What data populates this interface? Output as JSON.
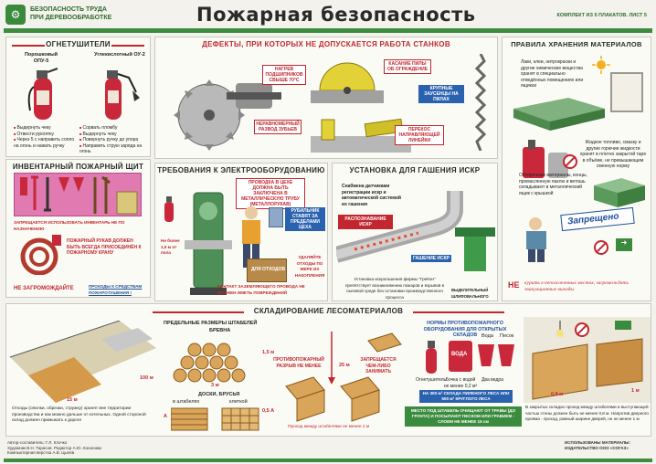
{
  "header": {
    "series_line1": "БЕЗОПАСНОСТЬ ТРУДА",
    "series_line2": "ПРИ ДЕРЕВООБРАБОТКЕ",
    "title": "Пожарная безопасность",
    "kit": "КОМПЛЕКТ ИЗ 5 ПЛАКАТОВ. ЛИСТ 5"
  },
  "extinguishers": {
    "title": "ОГНЕТУШИТЕЛИ",
    "powder_name": "Порошковый ОПУ-5",
    "co2_name": "Углекислотный ОУ-2",
    "powder_steps": [
      "Выдернуть чеку",
      "Отвести рукоятку",
      "Через 5 с направить сопло на огонь и нажать ручку"
    ],
    "co2_steps": [
      "Сорвать пломбу",
      "Выдернуть чеку",
      "Повернуть ручку до упора",
      "Направить струю заряда на огонь"
    ]
  },
  "fire_board": {
    "title": "ИНВЕНТАРНЫЙ ПОЖАРНЫЙ ЩИТ",
    "warning": "ЗАПРЕЩАЕТСЯ ИСПОЛЬЗОВАТЬ ИНВЕНТАРЬ НЕ ПО НАЗНАЧЕНИЮ",
    "hose_note": "ПОЖАРНЫЙ РУКАВ ДОЛЖЕН БЫТЬ ВСЕГДА ПРИСОЕДИНЁН К ПОЖАРНОМУ КРАНУ",
    "no_block": "НЕ ЗАГРОМОЖДАЙТЕ",
    "no_block_note": "ПРОХОДЫ К СРЕДСТВАМ ПОЖАРОТУШЕНИЯ !"
  },
  "defects": {
    "title": "ДЕФЕКТЫ, ПРИ КОТОРЫХ НЕ ДОПУСКАЕТСЯ РАБОТА СТАНКОВ",
    "heat": "НАГРЕВ ПОДШИПНИКОВ СВЫШЕ 70°C",
    "guard": "КАСАНИЕ ПИЛЫ ОБ ОГРАЖДЕНИЕ",
    "burrs": "КРУПНЫЕ ЗАУСЕНЦЫ НА ПИЛАХ",
    "teeth": "НЕРАВНОМЕРНЫЙ РАЗВОД ЗУБЬЕВ",
    "skew": "ПЕРЕКОС НАПРАВЛЯЮЩЕЙ ЛИНЕЙКИ"
  },
  "electrical": {
    "title": "ТРЕБОВАНИЯ К ЭЛЕКТРООБОРУДОВАНИЮ",
    "wiring": "ПРОВОДКА В ЦЕХЕ ДОЛЖНА БЫТЬ ЗАКЛЮЧЕНА В МЕТАЛЛИЧЕСКУЮ ТРУБУ (МЕТАЛЛОРУКАВ)",
    "switch": "РУБИЛЬНИК СТАВЯТ ЗА ПРЕДЕЛАМИ ЦЕХА",
    "height": "Не более 1,5 м от пола",
    "contact": "КОНТАКТ ЗАЗЕМЛЯЮЩЕГО ПРОВОДА НЕ ДОЛЖЕН ИМЕТЬ ПОВРЕЖДЕНИЙ",
    "waste": "УДАЛЯЙТЕ ОТХОДЫ ПО МЕРЕ ИХ НАКОПЛЕНИЯ",
    "box_label": "ДЛЯ ОТХОДОВ"
  },
  "sparks": {
    "title": "УСТАНОВКА ДЛЯ ГАШЕНИЯ ИСКР",
    "sensors": "Снабжена датчиками регистрации искр и автоматической системой их гашения",
    "spark_label": "РАСПОЗНАВАНИЕ ИСКР",
    "extinguish_label": "ГАШЕНИЕ ИСКР",
    "description": "Установка искрогашения фирмы \"ГреКон\" препятствует возникновению пожаров и взрывов в пылевой среде без остановки производственного процесса",
    "machine": "ВЫДЕЛИТЕЛЬНЫЙ ШЛИФОВАЛЬНОГО СТАНКА"
  },
  "storage": {
    "title": "ПРАВИЛА ХРАНЕНИЯ МАТЕРИАЛОВ",
    "flammables": "Лаки, клеи, нитрокраски и другие химические вещества хранят в специально отведённых помещениях или ящиках",
    "fuel": "Жидкое топливо, смазку и другие горючие жидкости хранят в плотно закрытой таре в объёме, не превышающем сменную норму",
    "rags": "Обтирочные материалы, концы, промасленную паклю и ветошь складывают в металлический ящик с крышкой",
    "forbidden": "Запрещено",
    "warning_prefix": "НЕ",
    "warning_text": "курить в неположенных местах, загромождать эвакуационные выходы"
  },
  "lumber": {
    "title": "СКЛАДИРОВАНИЕ ЛЕСОМАТЕРИАЛОВ",
    "stack_sizes": "ПРЕДЕЛЬНЫЕ РАЗМЕРЫ ШТАБЕЛЕЙ",
    "beams": "БРЕВНА",
    "boards": "ДОСКИ, БРУСЬЯ",
    "in_stacks": "в штабелях",
    "in_cages": "клеткой",
    "fire_gap": "ПРОТИВОПОЖАРНЫЙ РАЗРЫВ НЕ МЕНЕЕ",
    "gap_value": "25 м",
    "no_occupy": "ЗАПРЕЩАЕТСЯ ЧЕМ-ЛИБО ЗАНИМАТЬ",
    "passage": "Проход между штабелями не менее 2 м",
    "waste_note": "Отходы (опилки, обрезки, стружку) хранят вне территории производства и как можно дальше от котельных. Одной стороной склад должен примыкать к дороге",
    "equipment_title": "НОРМЫ ПРОТИВОПОЖАРНОГО ОБОРУДОВАНИЯ ДЛЯ ОТКРЫТЫХ СКЛАДОВ",
    "extinguisher": "Огнетушитель",
    "barrel": "Бочка с водой не менее 0,2 м³",
    "water": "Вода",
    "sand": "Песок",
    "two_buckets": "Два ведра",
    "norm": "НА 300 м² СКЛАДА ПИЛЕНОГО ЛЕСА ИЛИ 500 м² КРУГЛОГО ЛЕСА",
    "cleanup": "МЕСТО ПОД ШТАБЕЛЬ ОЧИЩАЮТ ОТ ТРАВЫ (ДО ГРУНТА) И ПОСЫПАЮТ ПЕСКОМ ИЛИ ГРАВИЕМ - СЛОЕМ НЕ МЕНЕЕ 15 см",
    "indoor": "В закрытых складах проход между штабелями и выступающей частью стены должен быть не менее 0,8 м. Напротив дверного проёма - проход, равный ширине дверей, но не менее 1 м",
    "barrel_label": "ВОДА",
    "dim_1_5": "1,5 м",
    "dim_3": "3 м",
    "dim_100": "100 м",
    "dim_15": "15 м",
    "dim_2": "2 м",
    "dim_0_5": "0,5 А",
    "dim_a": "А",
    "dim_1m": "1 м",
    "dim_08": "0,8 м"
  },
  "footer": {
    "left": [
      "Автор-составитель: Г.Л. Клочко",
      "Художник В.Н. Тарасов. Редактор А.Ю. Кононова",
      "Компьютерная верстка А.В. Цылев"
    ],
    "right": [
      "ИСПОЛЬЗОВАНЫ МАТЕРИАЛЫ:",
      "ИЗДАТЕЛЬСТВО ООО «СОГАЗ»"
    ]
  }
}
